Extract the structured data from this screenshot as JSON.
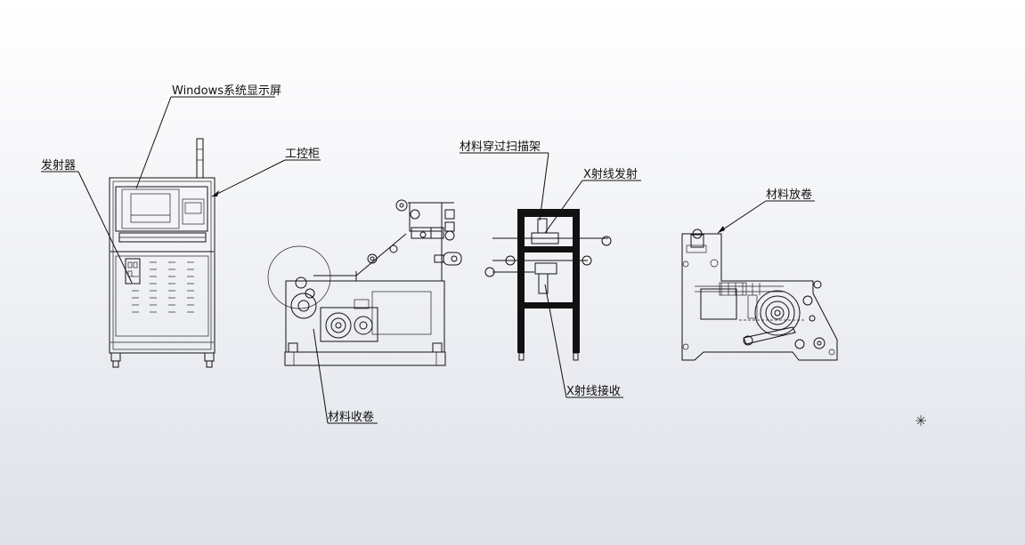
{
  "labels": {
    "display": "Windows系统显示屏",
    "emitter": "发射器",
    "control_cabinet": "工控柜",
    "scan_frame": "材料穿过扫描架",
    "xray_emit": "X射线发射",
    "unwind": "材料放卷",
    "rewind": "材料收卷",
    "xray_receive": "X射线接收"
  },
  "colors": {
    "line": "#111111",
    "frame_fill": "#111111",
    "background_top": "#ffffff",
    "background_bottom": "#dfe2ea"
  },
  "icons": {
    "cursor": "sparkle-cursor-icon"
  }
}
